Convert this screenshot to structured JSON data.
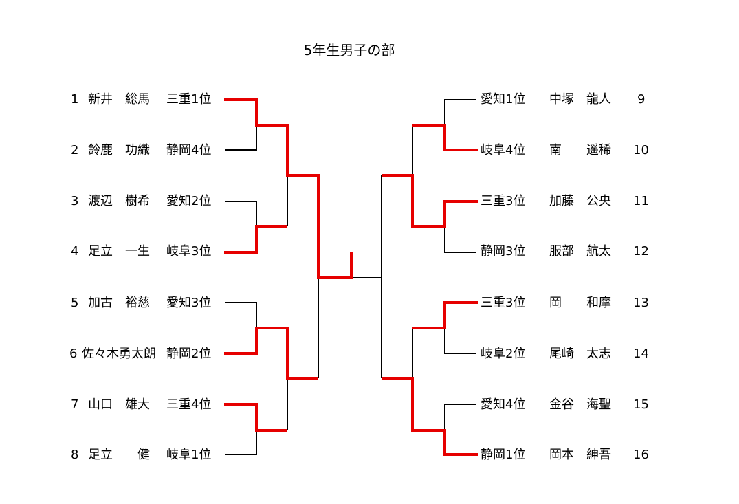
{
  "title": "5年生男子の部",
  "colors": {
    "winner": "#e60000",
    "line": "#000000"
  },
  "left": [
    {
      "seed": "1",
      "name": "新井　総馬",
      "rank": "三重1位"
    },
    {
      "seed": "2",
      "name": "鈴鹿　功織",
      "rank": "静岡4位"
    },
    {
      "seed": "3",
      "name": "渡辺　樹希",
      "rank": "愛知2位"
    },
    {
      "seed": "4",
      "name": "足立　一生",
      "rank": "岐阜3位"
    },
    {
      "seed": "5",
      "name": "加古　裕慈",
      "rank": "愛知3位"
    },
    {
      "seed": "6",
      "name": "佐々木勇太朗",
      "rank": "静岡2位"
    },
    {
      "seed": "7",
      "name": "山口　雄大",
      "rank": "三重4位"
    },
    {
      "seed": "8",
      "name": "足立　　健",
      "rank": "岐阜1位"
    }
  ],
  "right": [
    {
      "seed": "9",
      "name": "中塚　龍人",
      "rank": "愛知1位"
    },
    {
      "seed": "10",
      "name": "南　　遥稀",
      "rank": "岐阜4位"
    },
    {
      "seed": "11",
      "name": "加藤　公央",
      "rank": "三重3位"
    },
    {
      "seed": "12",
      "name": "服部　航太",
      "rank": "静岡3位"
    },
    {
      "seed": "13",
      "name": "岡　　和摩",
      "rank": "三重3位"
    },
    {
      "seed": "14",
      "name": "尾崎　太志",
      "rank": "岐阜2位"
    },
    {
      "seed": "15",
      "name": "金谷　海聖",
      "rank": "愛知4位"
    },
    {
      "seed": "16",
      "name": "岡本　紳吾",
      "rank": "静岡1位"
    }
  ]
}
